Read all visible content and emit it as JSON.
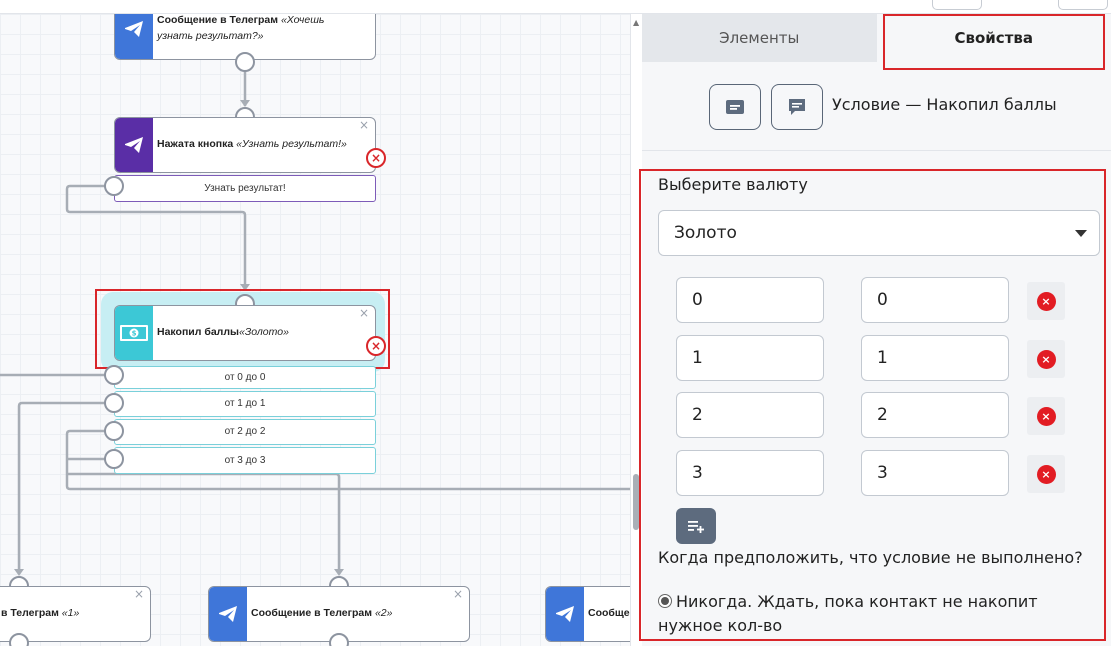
{
  "canvas": {
    "nodes": {
      "msg1": {
        "title": "Сообщение в Телеграм",
        "quote": "«Хочешь узнать результат?»",
        "close": "×"
      },
      "pressed": {
        "title": "Нажата кнопка",
        "quote": "«Узнать результат!»",
        "close": "×",
        "delete": "×",
        "button_label": "Узнать результат!"
      },
      "points": {
        "title": "Накопил баллы",
        "quote": "«Золото»",
        "close": "×",
        "delete": "×",
        "ranges": [
          "от 0 до 0",
          "от 1 до 1",
          "от 2 до 2",
          "от 3 до 3"
        ]
      },
      "bottom1": {
        "title": "в Телеграм",
        "quote": "«1»",
        "close": "×"
      },
      "bottom2": {
        "title": "Сообщение в Телеграм",
        "quote": "«2»",
        "close": "×"
      },
      "bottom3": {
        "title": "Сообще"
      }
    }
  },
  "panel": {
    "tabs": {
      "elements": "Элементы",
      "properties": "Свойства"
    },
    "condition_title": "Условие — Накопил баллы",
    "currency_label": "Выберите валюту",
    "currency_value": "Золото",
    "rows": [
      {
        "from": "0",
        "to": "0"
      },
      {
        "from": "1",
        "to": "1"
      },
      {
        "from": "2",
        "to": "2"
      },
      {
        "from": "3",
        "to": "3"
      }
    ],
    "delete_glyph": "×",
    "question": "Когда предположить, что условие не выполнено?",
    "option_never": "Никогда. Ждать, пока контакт не накопит нужное кол-во"
  },
  "colors": {
    "telegram_blue": "#3f76d9",
    "pressed_purple": "#5a2ea6",
    "points_cyan": "#3cc8d6",
    "highlight_red": "#d9262a"
  },
  "icons": {
    "node_telegram": "telegram-icon",
    "node_points": "money-icon",
    "panel_btn1": "message-icon",
    "panel_btn2": "comment-icon",
    "add_row": "add-row-icon"
  }
}
